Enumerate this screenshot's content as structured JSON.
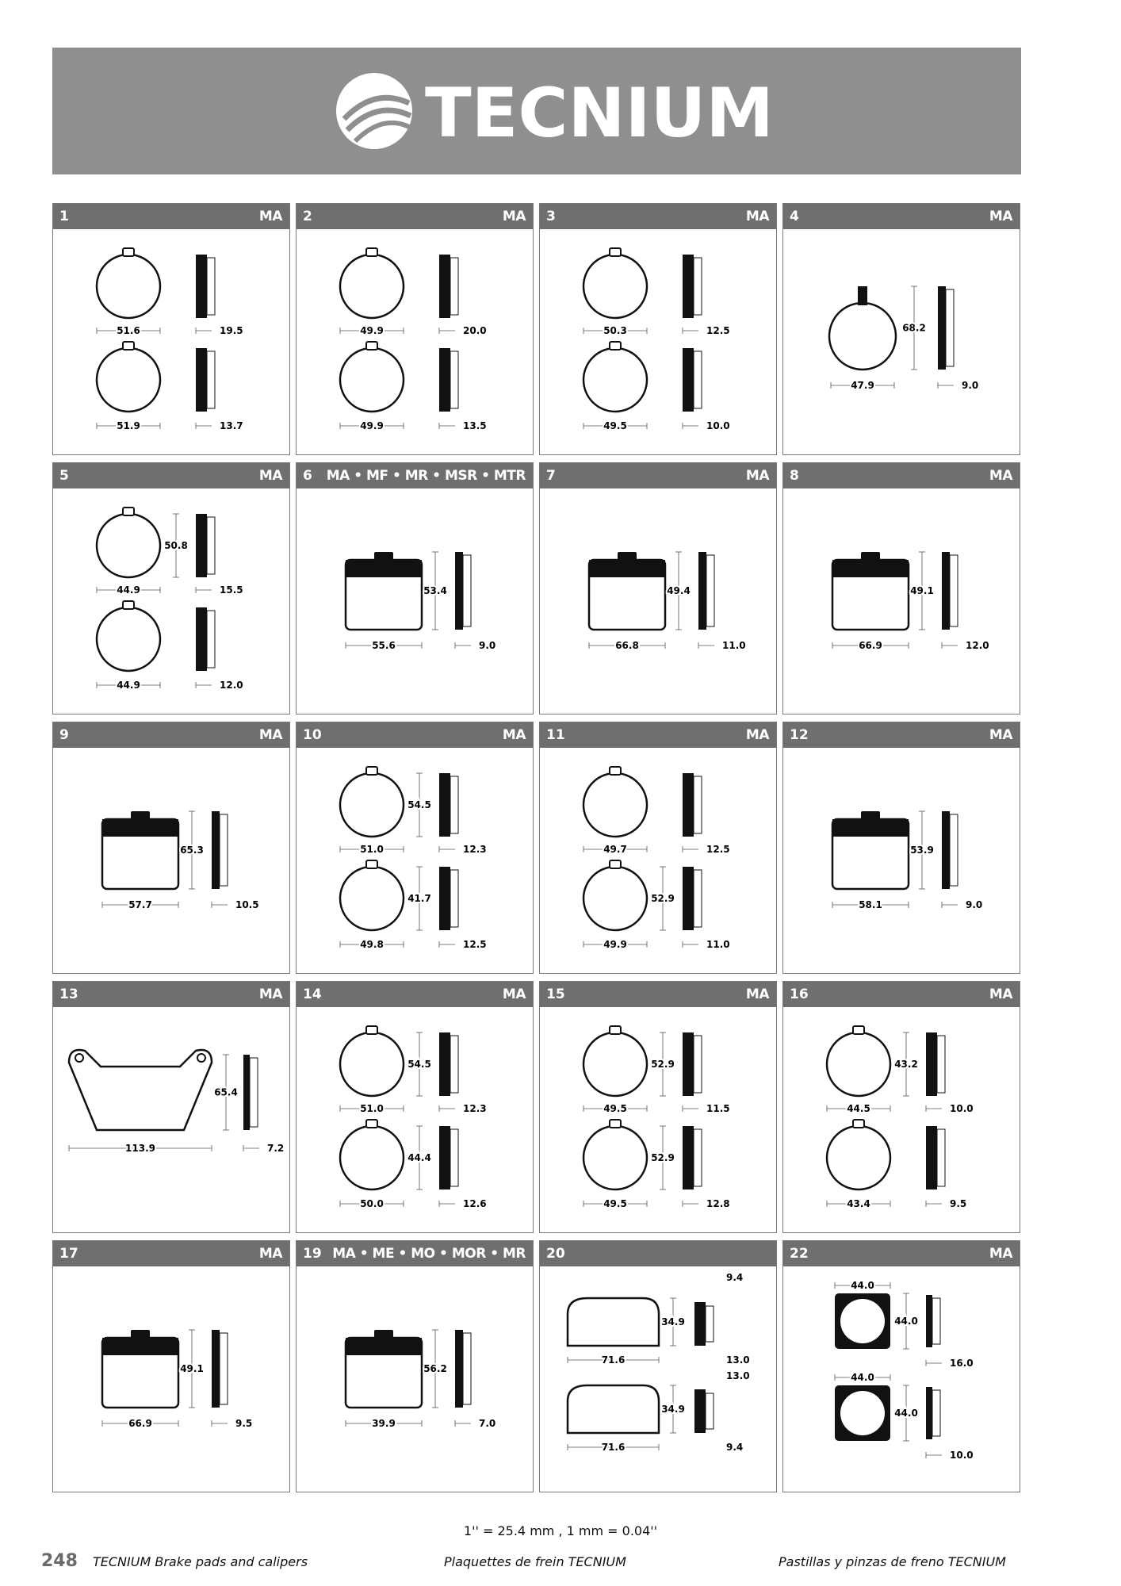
{
  "brand": {
    "name": "TECNIUM",
    "colors": {
      "banner": "#8f8f8f",
      "header": "#6f6f6f",
      "logo": "#ffffff"
    }
  },
  "cells": [
    {
      "number": "1",
      "codes": "MA",
      "diagram": "round-double",
      "dims": {
        "w1": "51.6",
        "t1": "19.5",
        "w2": "51.9",
        "t2": "13.7"
      }
    },
    {
      "number": "2",
      "codes": "MA",
      "diagram": "round-double",
      "dims": {
        "w1": "49.9",
        "t1": "20.0",
        "w2": "49.9",
        "t2": "13.5"
      }
    },
    {
      "number": "3",
      "codes": "MA",
      "diagram": "round-double",
      "dims": {
        "w1": "50.3",
        "t1": "12.5",
        "w2": "49.5",
        "t2": "10.0"
      }
    },
    {
      "number": "4",
      "codes": "MA",
      "diagram": "round-single",
      "dims": {
        "h": "68.2",
        "w": "47.9",
        "t": "9.0"
      }
    },
    {
      "number": "5",
      "codes": "MA",
      "diagram": "round-double",
      "dims": {
        "h1": "50.8",
        "w1": "44.9",
        "t1": "15.5",
        "w2": "44.9",
        "t2": "12.0"
      }
    },
    {
      "number": "6",
      "codes": "MA • MF • MR • MSR • MTR",
      "diagram": "rect",
      "dims": {
        "h": "53.4",
        "w": "55.6",
        "t": "9.0"
      }
    },
    {
      "number": "7",
      "codes": "MA",
      "diagram": "rect",
      "dims": {
        "h": "49.4",
        "w": "66.8",
        "t": "11.0"
      }
    },
    {
      "number": "8",
      "codes": "MA",
      "diagram": "rect",
      "dims": {
        "h": "49.1",
        "w": "66.9",
        "t": "12.0"
      }
    },
    {
      "number": "9",
      "codes": "MA",
      "diagram": "rect",
      "dims": {
        "h": "65.3",
        "w": "57.7",
        "t": "10.5"
      }
    },
    {
      "number": "10",
      "codes": "MA",
      "diagram": "round-double",
      "dims": {
        "h1": "54.5",
        "w1": "51.0",
        "t1": "12.3",
        "h2": "41.7",
        "w2": "49.8",
        "t2": "12.5"
      }
    },
    {
      "number": "11",
      "codes": "MA",
      "diagram": "round-double",
      "dims": {
        "w1": "49.7",
        "t1": "12.5",
        "h2": "52.9",
        "w2": "49.9",
        "t2": "11.0"
      }
    },
    {
      "number": "12",
      "codes": "MA",
      "diagram": "rect",
      "dims": {
        "h": "53.9",
        "w": "58.1",
        "t": "9.0"
      }
    },
    {
      "number": "13",
      "codes": "MA",
      "diagram": "trapezoid",
      "dims": {
        "h": "65.4",
        "w": "113.9",
        "t": "7.2"
      }
    },
    {
      "number": "14",
      "codes": "MA",
      "diagram": "round-double",
      "dims": {
        "h1": "54.5",
        "w1": "51.0",
        "t1": "12.3",
        "h2": "44.4",
        "w2": "50.0",
        "t2": "12.6"
      }
    },
    {
      "number": "15",
      "codes": "MA",
      "diagram": "round-double",
      "dims": {
        "h1": "52.9",
        "w1": "49.5",
        "t1": "11.5",
        "h2": "52.9",
        "w2": "49.5",
        "t2": "12.8"
      }
    },
    {
      "number": "16",
      "codes": "MA",
      "diagram": "round-double",
      "dims": {
        "h1": "43.2",
        "w1": "44.5",
        "t1": "10.0",
        "w2": "43.4",
        "t2": "9.5"
      }
    },
    {
      "number": "17",
      "codes": "MA",
      "diagram": "rect",
      "dims": {
        "h": "49.1",
        "w": "66.9",
        "t": "9.5"
      }
    },
    {
      "number": "19",
      "codes": "MA • ME • MO • MOR • MR",
      "diagram": "rect",
      "dims": {
        "h": "56.2",
        "w": "39.9",
        "t": "7.0"
      }
    },
    {
      "number": "20",
      "codes": "",
      "diagram": "long-double",
      "dims": {
        "t1a": "9.4",
        "h1": "34.9",
        "w1": "71.6",
        "t1b": "13.0",
        "t2a": "13.0",
        "h2": "34.9",
        "w2": "71.6",
        "t2b": "9.4"
      }
    },
    {
      "number": "22",
      "codes": "MA",
      "diagram": "square-double",
      "dims": {
        "top1": "44.0",
        "h1": "44.0",
        "t1": "16.0",
        "top2": "44.0",
        "h2": "44.0",
        "t2": "10.0"
      }
    }
  ],
  "conversion": "1'' = 25.4 mm , 1 mm = 0.04''",
  "footer": {
    "page_number": "248",
    "english": "TECNIUM Brake pads and calipers",
    "french": "Plaquettes de frein TECNIUM",
    "spanish": "Pastillas y pinzas de freno TECNIUM"
  }
}
